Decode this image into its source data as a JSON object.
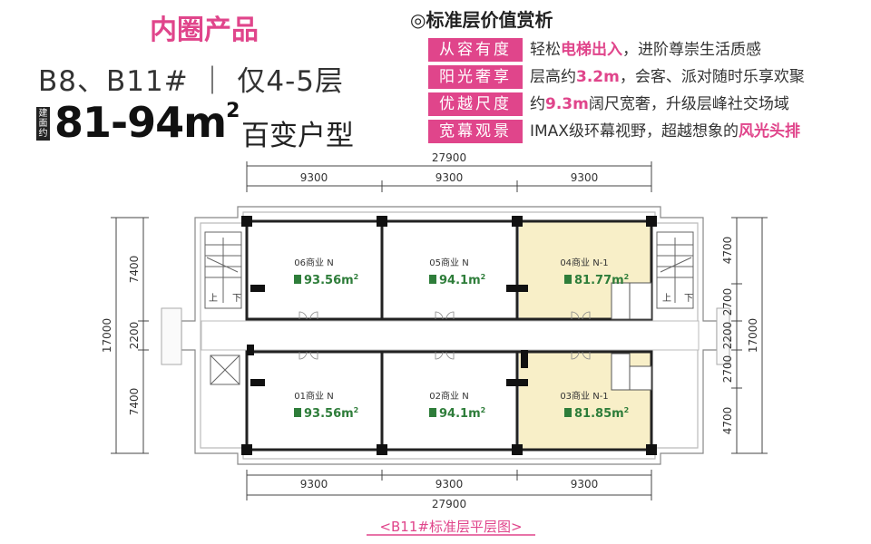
{
  "header": {
    "title": "内圈产品",
    "building": "B8、B11#  ｜  仅4-5层",
    "area_prefix": "建面约",
    "area_range": "81-94m",
    "area_sup": "2",
    "area_suffix": "百变户型"
  },
  "features": {
    "title": "◎标准层价值赏析",
    "rows": [
      {
        "tag": "从容有度",
        "pre": "轻松",
        "hl": "电梯出入",
        "post": "，进阶尊崇生活质感"
      },
      {
        "tag": "阳光奢享",
        "pre": "层高约",
        "hl": "3.2m",
        "post": "，会客、派对随时乐享欢聚"
      },
      {
        "tag": "优越尺度",
        "pre": "约",
        "hl": "9.3m",
        "post": "阔尺宽奢，升级层峰社交场域"
      },
      {
        "tag": "宽幕观景",
        "pre": "IMAX级环幕视野，超越想象的",
        "hl": "风光头排",
        "post": ""
      }
    ],
    "accent_color": "#e0458b"
  },
  "plan": {
    "title": "<B11#标准层平层图>",
    "dims": {
      "total_width": "27900",
      "bay": "9300",
      "left_total": "17000",
      "left_segments": [
        "7400",
        "2200",
        "7400"
      ],
      "right_total": "17000",
      "right_segments": [
        "4700",
        "2700",
        "2200",
        "2700",
        "4700"
      ]
    },
    "stair_labels": {
      "up": "上",
      "down": "下"
    },
    "units": [
      {
        "name": "06商业 N",
        "area": "93.56m",
        "sup": "2",
        "highlight": false
      },
      {
        "name": "05商业 N",
        "area": "94.1m",
        "sup": "2",
        "highlight": false
      },
      {
        "name": "04商业 N-1",
        "area": "81.77m",
        "sup": "2",
        "highlight": true
      },
      {
        "name": "01商业 N",
        "area": "93.56m",
        "sup": "2",
        "highlight": false
      },
      {
        "name": "02商业 N",
        "area": "94.1m",
        "sup": "2",
        "highlight": false
      },
      {
        "name": "03商业 N-1",
        "area": "81.85m",
        "sup": "2",
        "highlight": true
      }
    ],
    "highlight_color": "#f8efc8"
  }
}
